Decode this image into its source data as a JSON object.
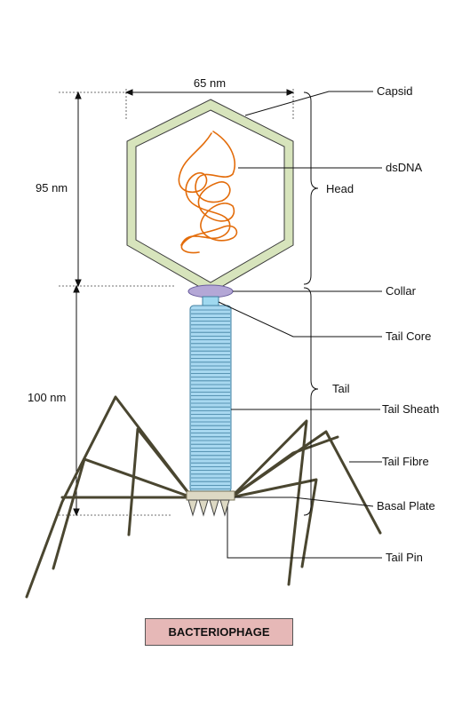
{
  "title": "BACTERIOPHAGE",
  "dimensions": {
    "width": "65 nm",
    "head_height": "95 nm",
    "tail_height": "100 nm"
  },
  "labels": {
    "capsid": "Capsid",
    "dsdna": "dsDNA",
    "head": "Head",
    "collar": "Collar",
    "tail_core": "Tail Core",
    "tail": "Tail",
    "tail_sheath": "Tail Sheath",
    "tail_fibre": "Tail Fibre",
    "basal_plate": "Basal Plate",
    "tail_pin": "Tail Pin"
  },
  "colors": {
    "capsid": "#d7e4bc",
    "capsid_stroke": "#3a3a3a",
    "dna": "#e36c0a",
    "collar": "#b4a7d6",
    "tail_core": "#9fd8ef",
    "tail_sheath": "#a8d8f0",
    "basal_plate": "#ddd9c4",
    "fibre": "#4a4630",
    "title_bg": "#e6b8b7"
  }
}
